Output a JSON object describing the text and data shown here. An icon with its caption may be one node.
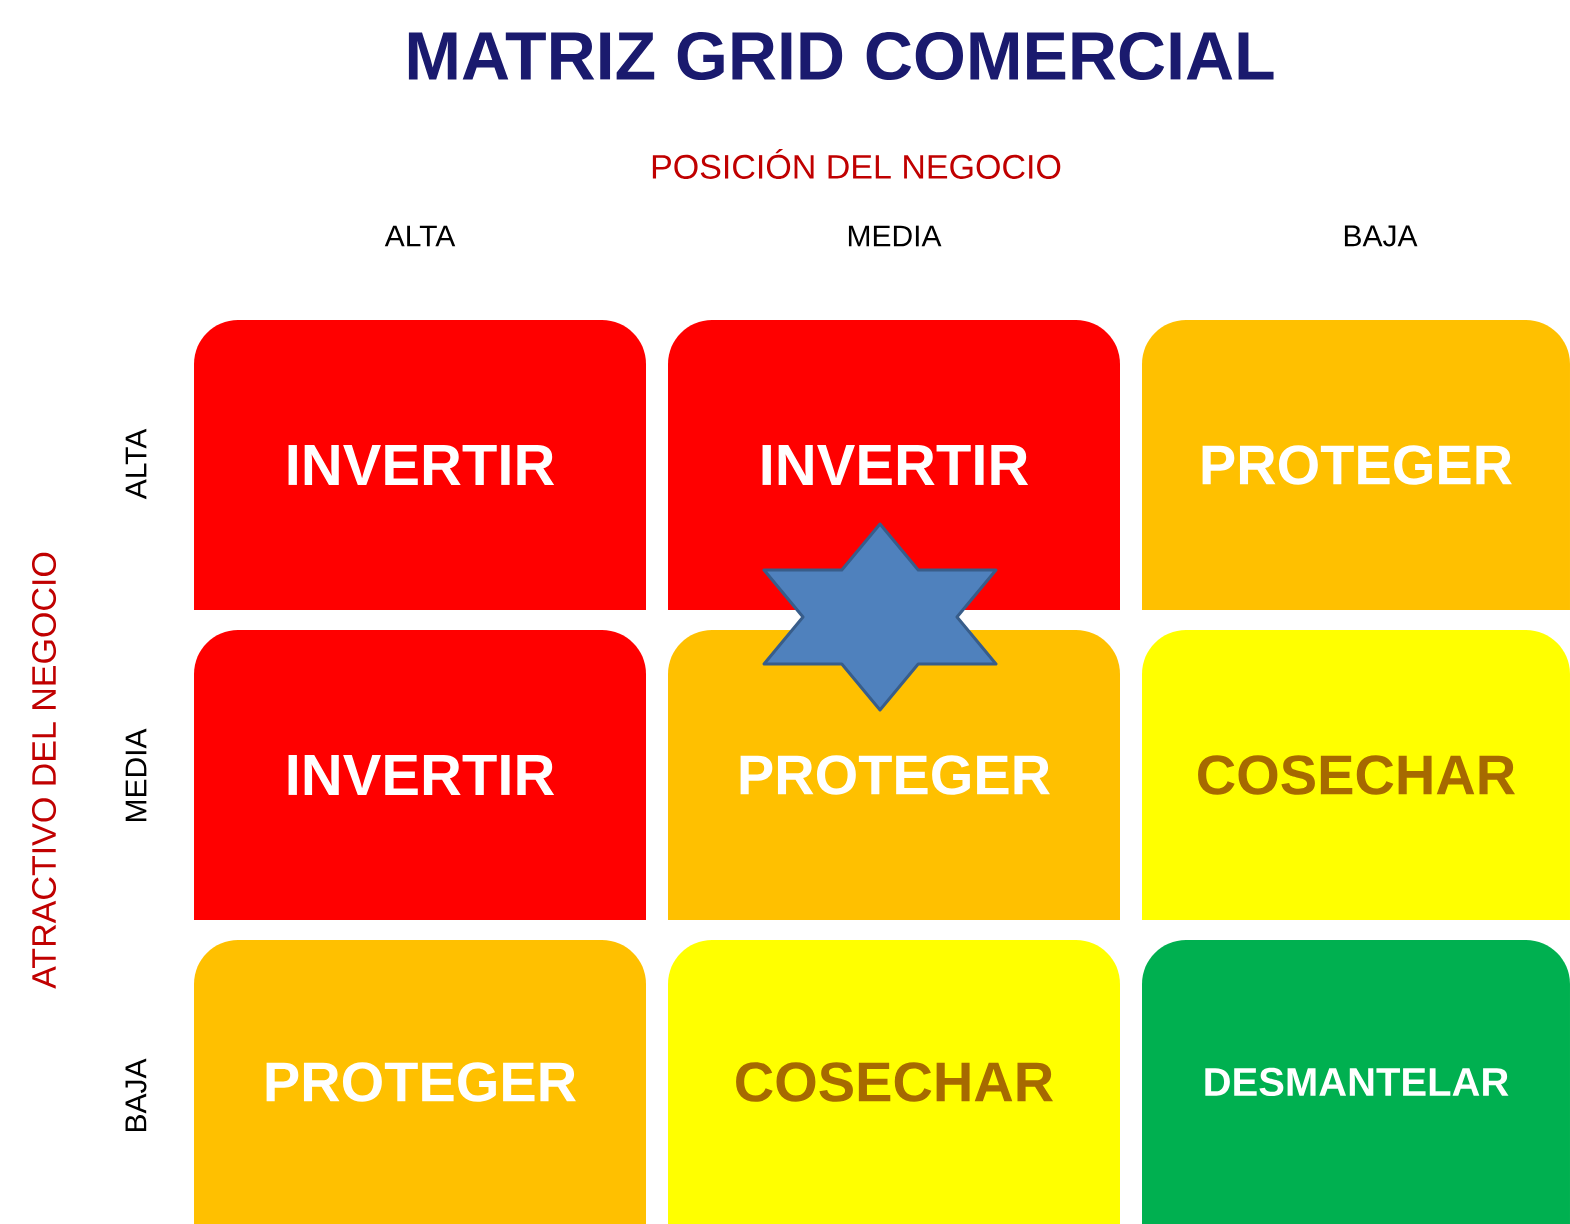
{
  "diagram": {
    "title": "MATRIZ GRID COMERCIAL",
    "nodes": [
      {
        "text": [
          "INVERTIR"
        ]
      },
      {
        "text": [
          "INVERTIR"
        ]
      },
      {
        "text": [
          "PROTEGER"
        ]
      },
      {
        "text": [
          "INVERTIR"
        ]
      },
      {
        "text": [
          "PROTEGER"
        ]
      },
      {
        "text": [
          "COSECHAR"
        ]
      },
      {
        "text": [
          "PROTEGER"
        ]
      },
      {
        "text": [
          "COSECHAR"
        ]
      },
      {
        "text": [
          "DESMANTELAR"
        ]
      },
      {
        "text": [],
        "shape": "star"
      }
    ],
    "labels": [
      "POSICIÓN DEL NEGOCIO",
      "ALTA",
      "MEDIA",
      "BAJA",
      "ATRACTIVO DEL NEGOCIO",
      "ALTA",
      "MEDIA",
      "BAJA"
    ]
  }
}
